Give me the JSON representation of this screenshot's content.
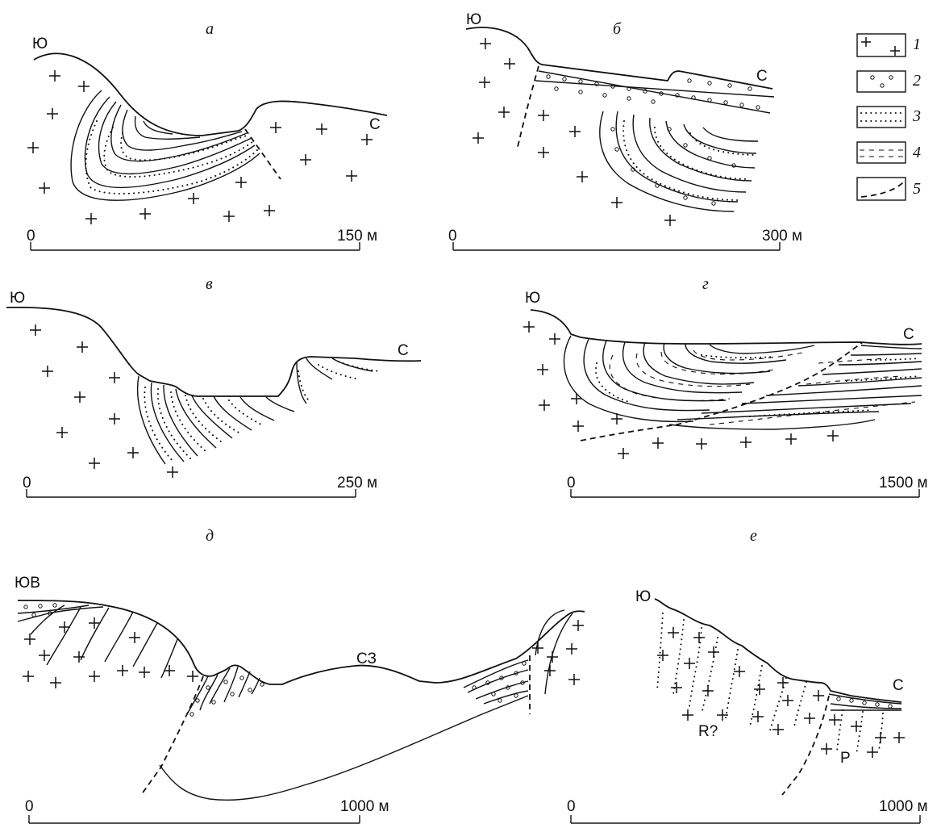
{
  "panels": {
    "a": {
      "letter": "а",
      "dir_left": "Ю",
      "dir_right": "С",
      "scale": {
        "start": "0",
        "end": "150 м"
      }
    },
    "b": {
      "letter": "б",
      "dir_left": "Ю",
      "dir_right": "С",
      "scale": {
        "start": "0",
        "end": "300 м"
      }
    },
    "v": {
      "letter": "в",
      "dir_left": "Ю",
      "dir_right": "С",
      "scale": {
        "start": "0",
        "end": "250 м"
      }
    },
    "g": {
      "letter": "г",
      "dir_left": "Ю",
      "dir_right": "С",
      "scale": {
        "start": "0",
        "end": "1500 м"
      }
    },
    "d": {
      "letter": "д",
      "dir_left": "ЮВ",
      "dir_right": "СЗ",
      "scale": {
        "start": "0",
        "end": "1000 м"
      }
    },
    "e": {
      "letter": "е",
      "dir_left": "Ю",
      "dir_right": "С",
      "scale": {
        "start": "0",
        "end": "1000 м"
      },
      "label_r": "R?",
      "label_p": "P"
    }
  },
  "legend": {
    "items": [
      {
        "num": "1",
        "pattern": "crosses"
      },
      {
        "num": "2",
        "pattern": "circles"
      },
      {
        "num": "3",
        "pattern": "dots"
      },
      {
        "num": "4",
        "pattern": "dashes"
      },
      {
        "num": "5",
        "pattern": "dashed-line"
      }
    ]
  }
}
